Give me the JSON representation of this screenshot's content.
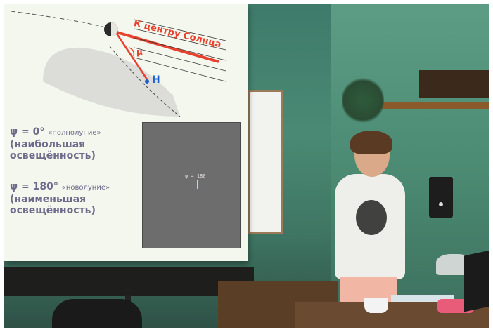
{
  "slide": {
    "arrow_label": "К центру Солнца",
    "angle_label": "μ",
    "point_label": "H",
    "full_moon": {
      "formula": "ψ = 0°",
      "caption": "«полнолуние»",
      "detail": "(наибольшая освещённость)"
    },
    "new_moon": {
      "formula": "ψ = 180°",
      "caption": "«новолуние»",
      "detail": "(наименьшая освещённость)"
    },
    "inset_text": "ψ = 180"
  },
  "colors": {
    "arrow_red": "#e8412e",
    "slide_text": "#6d6a8a",
    "point_blue": "#1d5fd1"
  }
}
